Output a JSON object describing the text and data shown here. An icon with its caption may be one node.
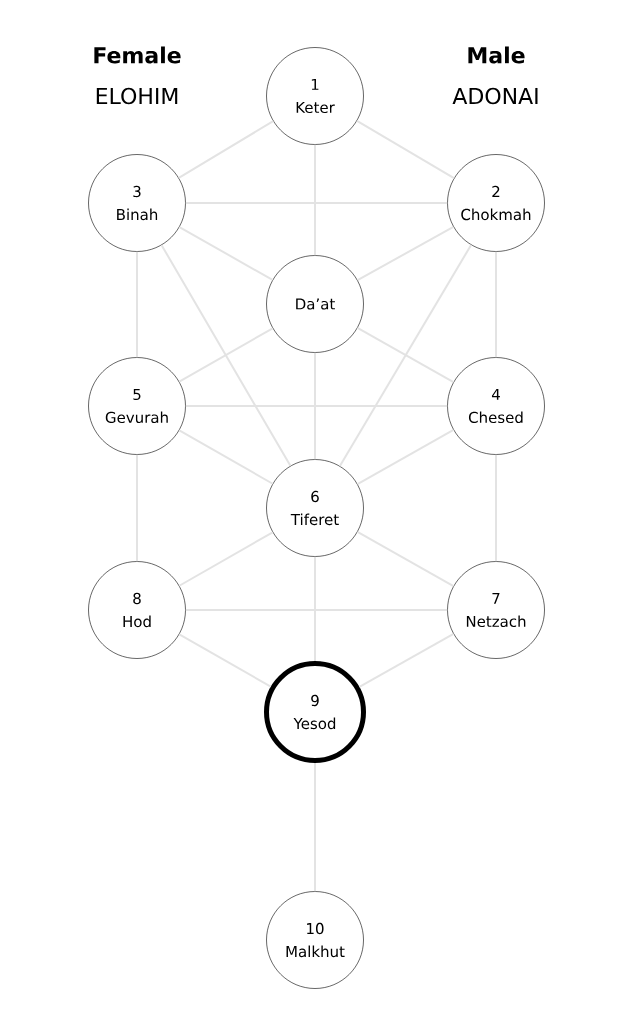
{
  "diagram": {
    "nodes": [
      {
        "text": [
          "1",
          "Keter"
        ]
      },
      {
        "text": [
          "3",
          "Binah"
        ]
      },
      {
        "text": [
          "2",
          "Chokmah"
        ]
      },
      {
        "text": [
          "Da’at"
        ]
      },
      {
        "text": [
          "5",
          "Gevurah"
        ]
      },
      {
        "text": [
          "4",
          "Chesed"
        ]
      },
      {
        "text": [
          "6",
          "Tiferet"
        ]
      },
      {
        "text": [
          "8",
          "Hod"
        ]
      },
      {
        "text": [
          "7",
          "Netzach"
        ]
      },
      {
        "text": [
          "9",
          "Yesod"
        ]
      },
      {
        "text": [
          "10",
          "Malkhut"
        ]
      }
    ],
    "edges": [
      {
        "from": 0,
        "to": 1,
        "arrow": "none"
      },
      {
        "from": 0,
        "to": 2,
        "arrow": "none"
      },
      {
        "from": 0,
        "to": 3,
        "arrow": "none"
      },
      {
        "from": 1,
        "to": 2,
        "arrow": "none"
      },
      {
        "from": 1,
        "to": 3,
        "arrow": "none"
      },
      {
        "from": 2,
        "to": 3,
        "arrow": "none"
      },
      {
        "from": 1,
        "to": 4,
        "arrow": "none"
      },
      {
        "from": 2,
        "to": 5,
        "arrow": "none"
      },
      {
        "from": 1,
        "to": 6,
        "arrow": "none"
      },
      {
        "from": 2,
        "to": 6,
        "arrow": "none"
      },
      {
        "from": 3,
        "to": 4,
        "arrow": "none"
      },
      {
        "from": 3,
        "to": 5,
        "arrow": "none"
      },
      {
        "from": 3,
        "to": 6,
        "arrow": "none"
      },
      {
        "from": 4,
        "to": 5,
        "arrow": "none"
      },
      {
        "from": 4,
        "to": 6,
        "arrow": "none"
      },
      {
        "from": 5,
        "to": 6,
        "arrow": "none"
      },
      {
        "from": 4,
        "to": 7,
        "arrow": "none"
      },
      {
        "from": 5,
        "to": 8,
        "arrow": "none"
      },
      {
        "from": 6,
        "to": 7,
        "arrow": "none"
      },
      {
        "from": 6,
        "to": 8,
        "arrow": "none"
      },
      {
        "from": 6,
        "to": 9,
        "arrow": "none"
      },
      {
        "from": 7,
        "to": 8,
        "arrow": "none"
      },
      {
        "from": 7,
        "to": 9,
        "arrow": "none"
      },
      {
        "from": 8,
        "to": 9,
        "arrow": "none"
      },
      {
        "from": 9,
        "to": 10,
        "arrow": "none"
      }
    ],
    "labels": [
      "Female",
      "Male",
      "ELOHIM",
      "ADONAI"
    ]
  }
}
